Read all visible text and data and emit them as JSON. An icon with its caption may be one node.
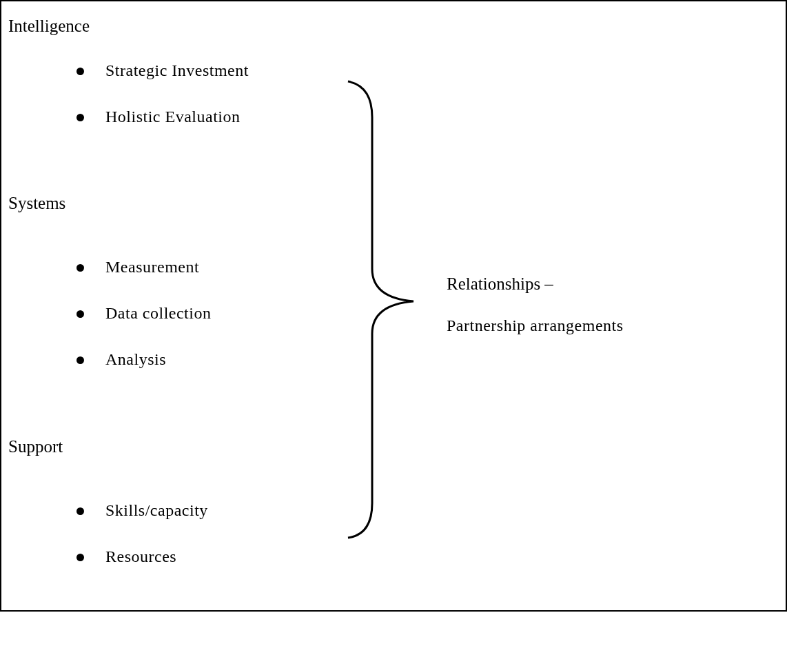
{
  "diagram": {
    "labels": [
      "Intelligence",
      "Strategic Investment",
      "Holistic Evaluation",
      "Systems",
      "Measurement",
      "Data collection",
      "Analysis",
      "Support",
      "Skills/capacity",
      "Resources",
      "Relationships –",
      "Partnership arrangements"
    ]
  }
}
